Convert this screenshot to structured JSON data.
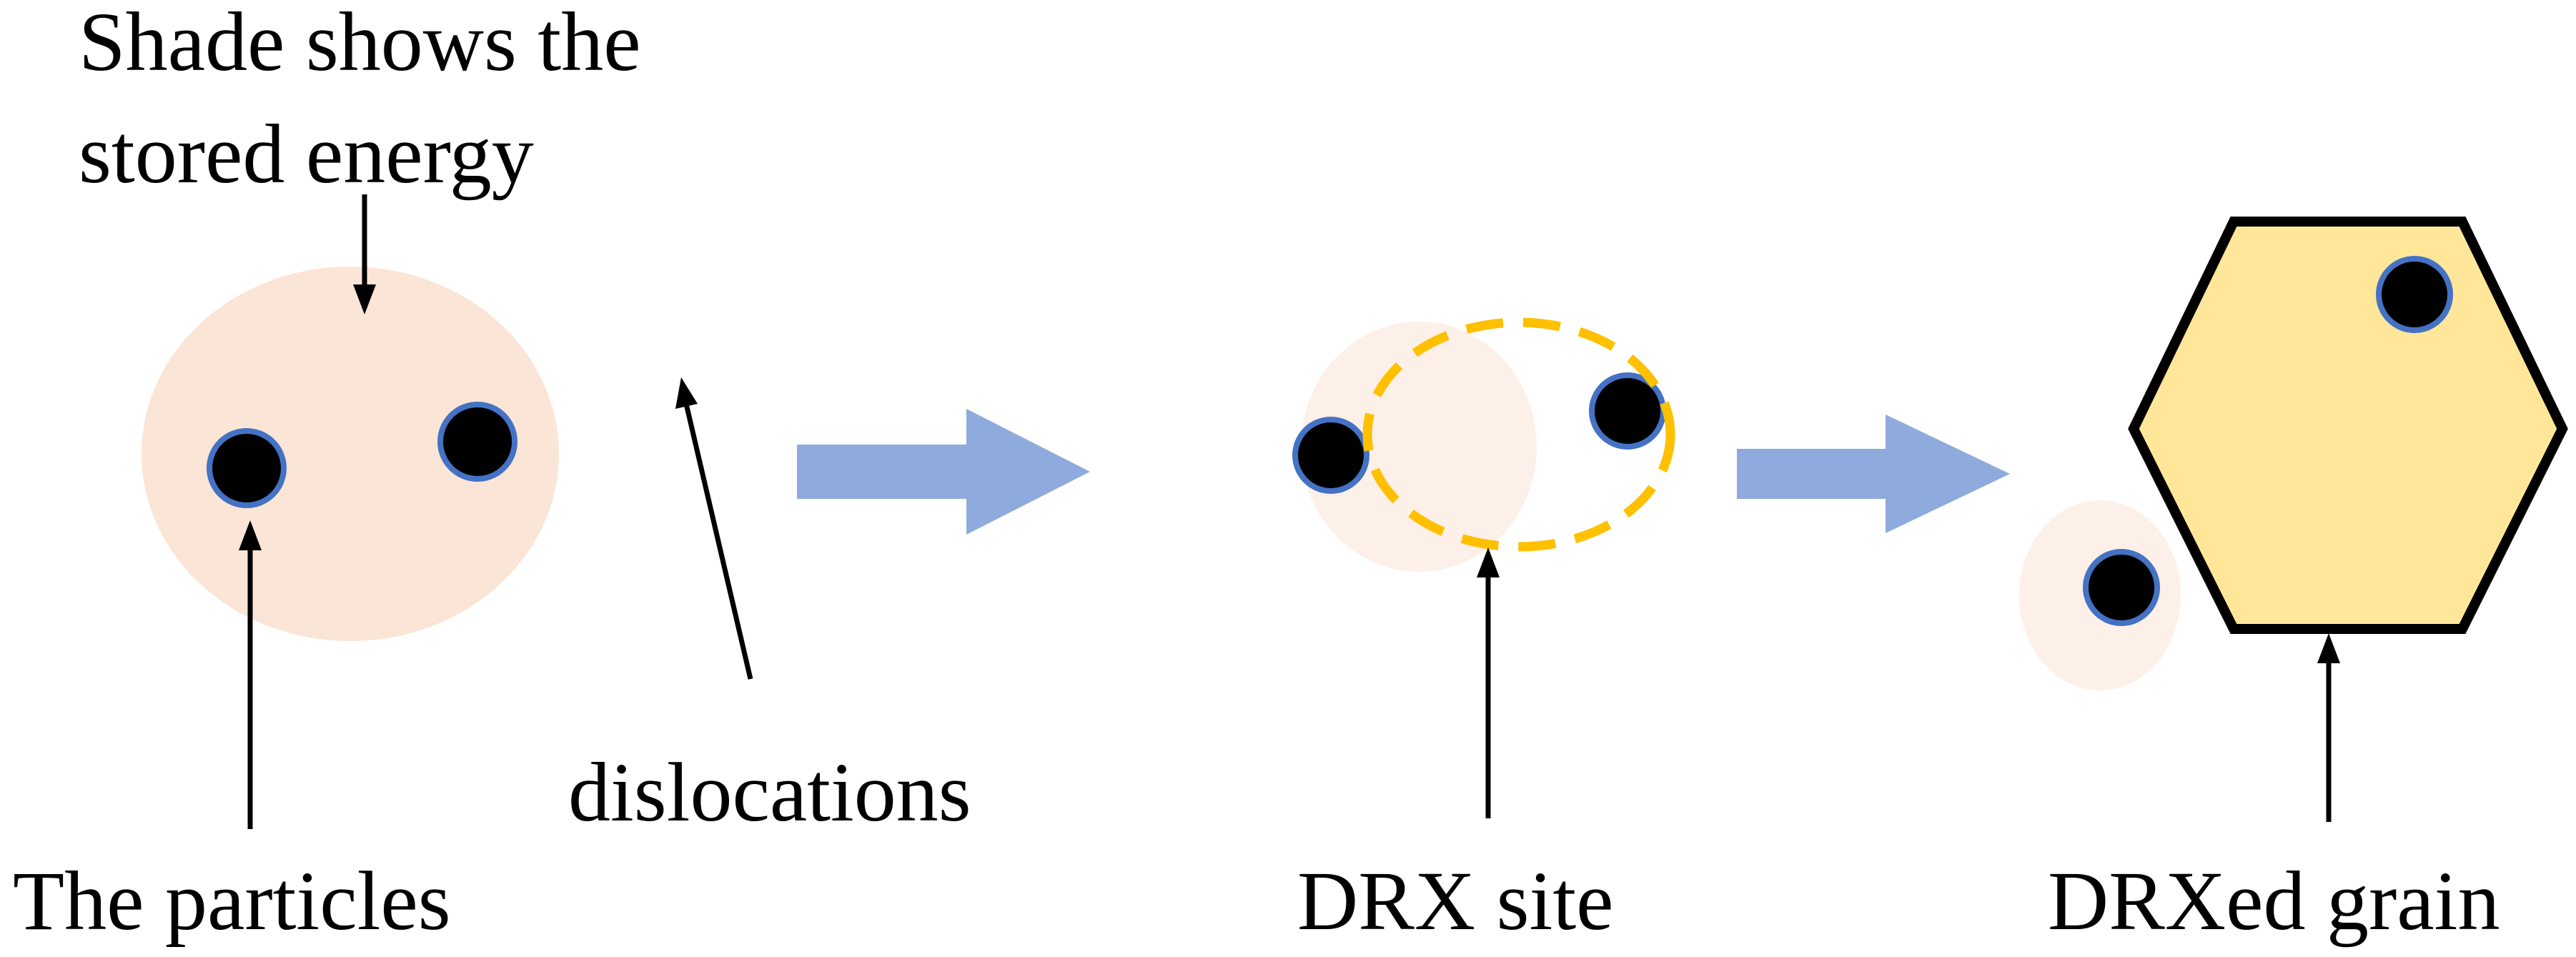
{
  "labels": {
    "shade_line1": "Shade shows the",
    "shade_line2": "stored energy",
    "dislocations": "dislocations",
    "particles": "The particles",
    "drx_site": "DRX site",
    "drxed_grain": "DRXed grain"
  },
  "colors": {
    "stored_energy_shade": "#fbe5d6",
    "dislocation": "#4472c4",
    "particle_fill": "#000000",
    "drx_site_outline": "#ffc000",
    "drxed_grain_fill": "#ffe699",
    "process_arrow": "#8faadc"
  },
  "icons": {
    "dislocation": "edge-dislocation-symbol",
    "particle": "filled-circle",
    "process_arrow": "block-arrow-right"
  }
}
